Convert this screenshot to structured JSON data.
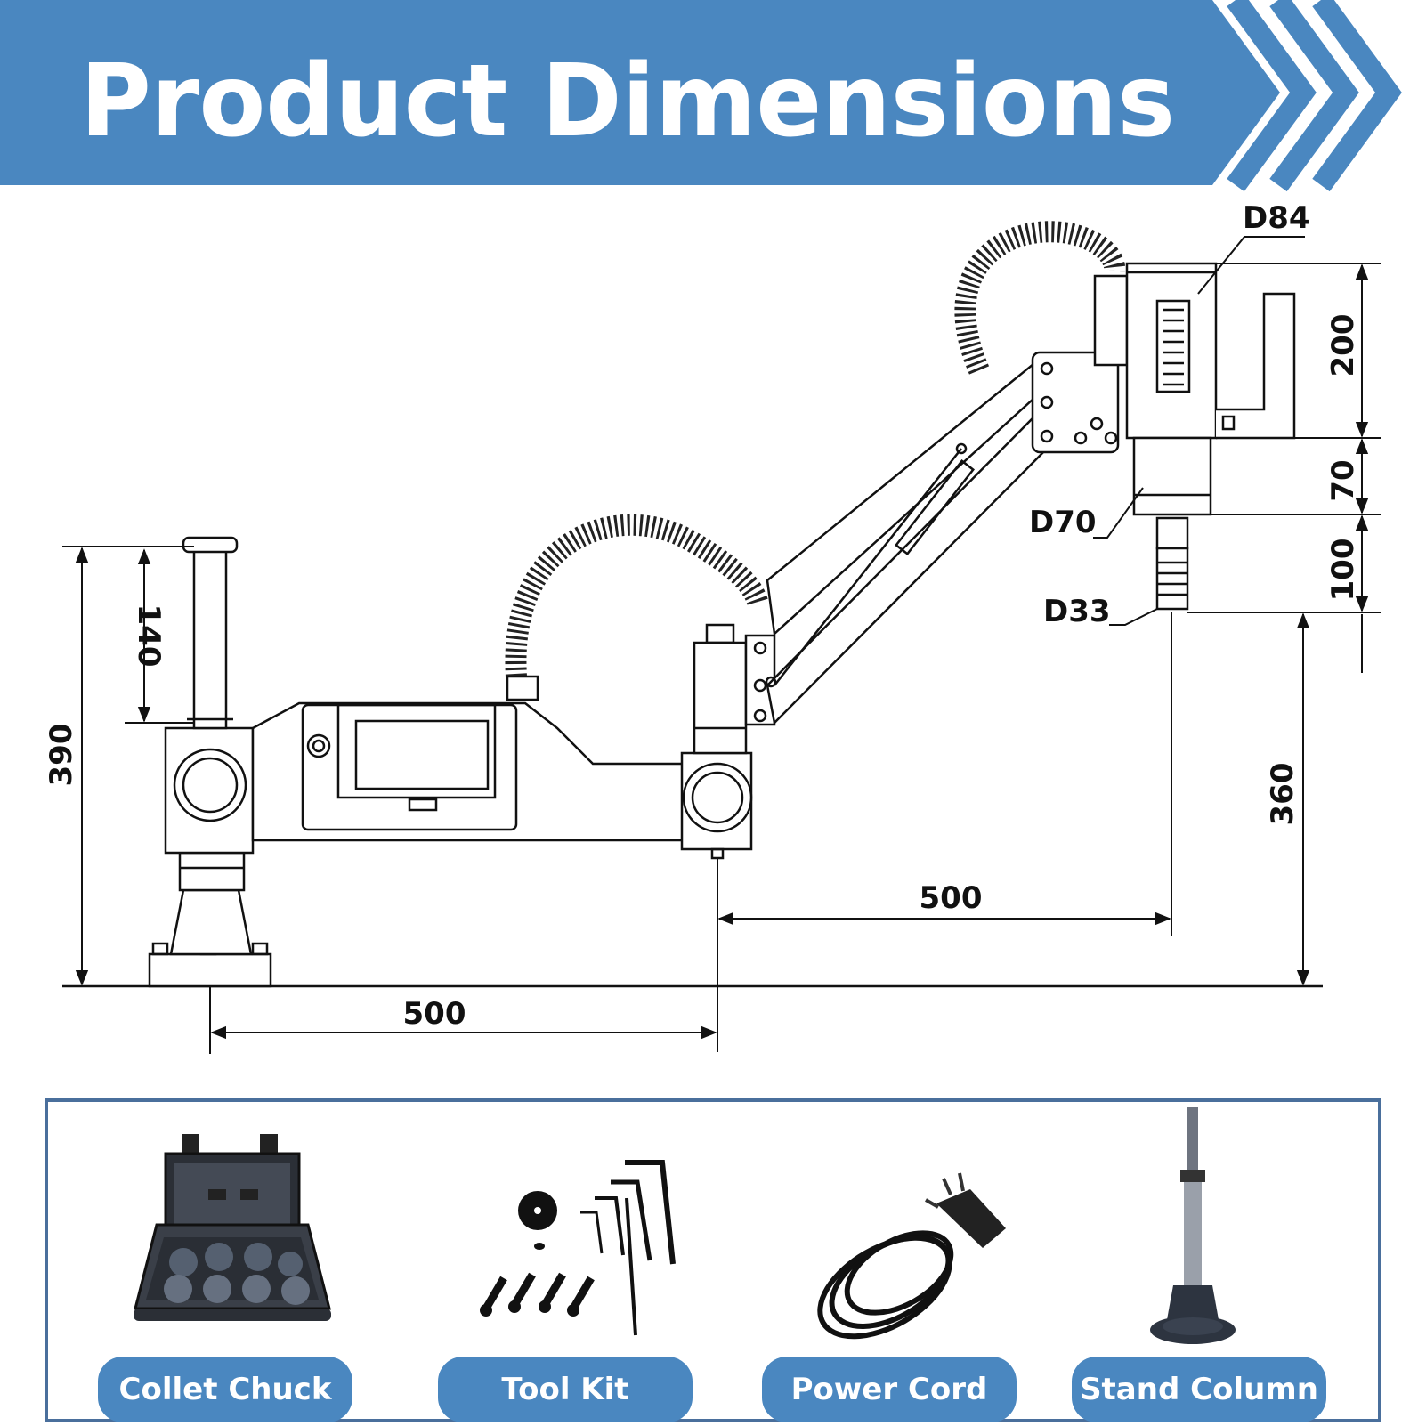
{
  "header": {
    "title": "Product Dimensions",
    "banner_color": "#4a87c0"
  },
  "dimensions": {
    "column_total_height": "390",
    "column_upper_height": "140",
    "motor_diameter": "D84",
    "motor_height": "200",
    "spindle_diameter": "D70",
    "spindle_height": "70",
    "chuck_diameter": "D33",
    "chuck_height": "100",
    "tip_height": "360",
    "arm_reach_upper": "500",
    "arm_reach_lower": "500"
  },
  "accessories": {
    "border_color": "#4a6f9c",
    "pill_color": "#4a87c0",
    "items": [
      {
        "label": "Collet Chuck",
        "icon": "collet-chuck-case-icon"
      },
      {
        "label": "Tool Kit",
        "icon": "tool-kit-icon"
      },
      {
        "label": "Power Cord",
        "icon": "power-cord-icon"
      },
      {
        "label": "Stand Column",
        "icon": "stand-column-icon"
      }
    ]
  }
}
